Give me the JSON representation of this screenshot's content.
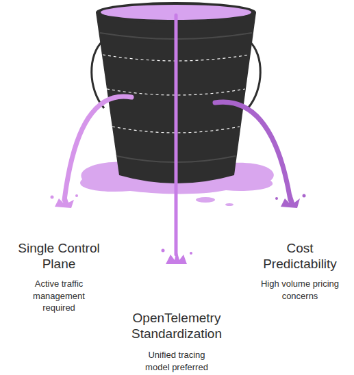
{
  "diagram": {
    "labels": [
      "Single Control Plane",
      "Active traffic management required",
      "OpenTelemetry Standardization",
      "Unified tracing model preferred",
      "Cost Predictability",
      "High volume pricing concerns"
    ]
  }
}
